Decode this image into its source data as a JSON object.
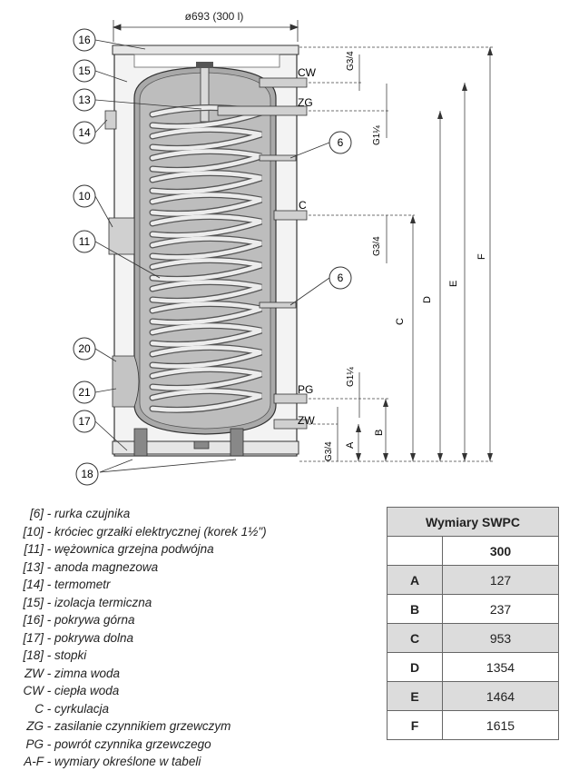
{
  "diagram": {
    "diameter_label": "ø693 (300 l)",
    "callouts": [
      "16",
      "15",
      "13",
      "14",
      "10",
      "11",
      "20",
      "21",
      "17",
      "18",
      "6",
      "6"
    ],
    "connections": [
      "CW",
      "ZG",
      "C",
      "PG",
      "ZW"
    ],
    "thread_sizes": [
      "G3/4",
      "G1¼",
      "G3/4",
      "G1¼",
      "G3/4"
    ],
    "dimension_letters": [
      "A",
      "B",
      "C",
      "D",
      "E",
      "F"
    ]
  },
  "legend": [
    {
      "code": "[6]",
      "text": "- rurka czujnika"
    },
    {
      "code": "[10]",
      "text": "-   króciec grzałki elektrycznej (korek 1½\")"
    },
    {
      "code": "[11]",
      "text": "- wężownica grzejna podwójna"
    },
    {
      "code": "[13]",
      "text": "- anoda magnezowa"
    },
    {
      "code": "[14]",
      "text": "- termometr"
    },
    {
      "code": "[15]",
      "text": "- izolacja termiczna"
    },
    {
      "code": "[16]",
      "text": "- pokrywa górna"
    },
    {
      "code": "[17]",
      "text": "- pokrywa dolna"
    },
    {
      "code": "[18]",
      "text": "- stopki"
    },
    {
      "code": "ZW",
      "text": "- zimna woda"
    },
    {
      "code": "CW",
      "text": "- ciepła woda"
    },
    {
      "code": "C",
      "text": "- cyrkulacja"
    },
    {
      "code": "ZG",
      "text": "- zasilanie czynnikiem grzewczym"
    },
    {
      "code": "PG",
      "text": "- powrót czynnika grzewczego"
    },
    {
      "code": "A-F",
      "text": "- wymiary określone w tabeli"
    }
  ],
  "table": {
    "title": "Wymiary SWPC",
    "header_value": "300",
    "rows": [
      {
        "label": "A",
        "value": "127"
      },
      {
        "label": "B",
        "value": "237"
      },
      {
        "label": "C",
        "value": "953"
      },
      {
        "label": "D",
        "value": "1354"
      },
      {
        "label": "E",
        "value": "1464"
      },
      {
        "label": "F",
        "value": "1615"
      }
    ]
  }
}
